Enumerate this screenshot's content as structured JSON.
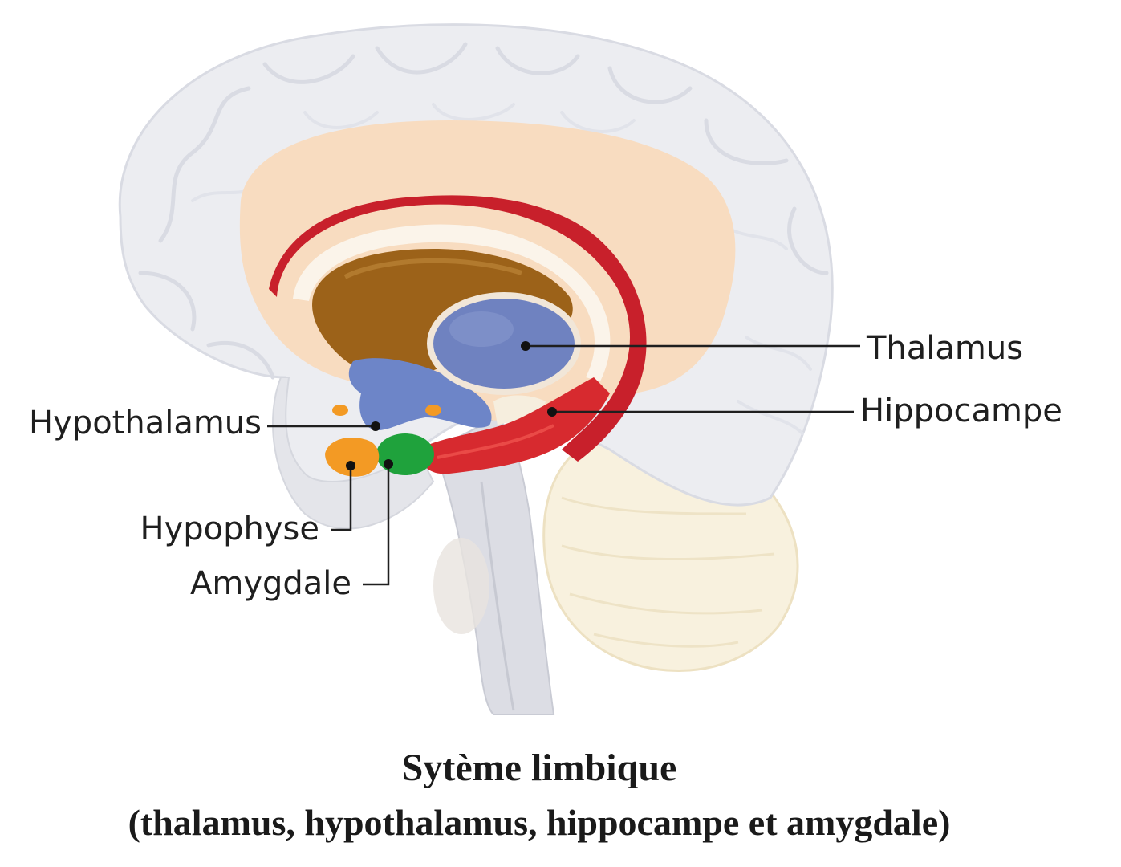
{
  "labels": {
    "thalamus": "Thalamus",
    "hippocampe": "Hippocampe",
    "hypothalamus": "Hypothalamus",
    "hypophyse": "Hypophyse",
    "amygdale": "Amygdale"
  },
  "caption": {
    "line1": "Sytème limbique",
    "line2": "(thalamus, hypothalamus, hippocampe et amygdale)"
  },
  "colors": {
    "cortex": "#ecedf1",
    "cortex_fold": "#d9dbe3",
    "inner_cortex": "#f8dcc0",
    "corpus_callosum": "#c8202b",
    "ventricle": "#9c6219",
    "thalamus": "#6f82c0",
    "hypothalamus": "#6d85c8",
    "hypophyse": "#f39a24",
    "amygdale": "#1fa23c",
    "hippocampe": "#d72a2f",
    "cerebellum": "#f8f1de",
    "brainstem": "#dcdde4"
  }
}
